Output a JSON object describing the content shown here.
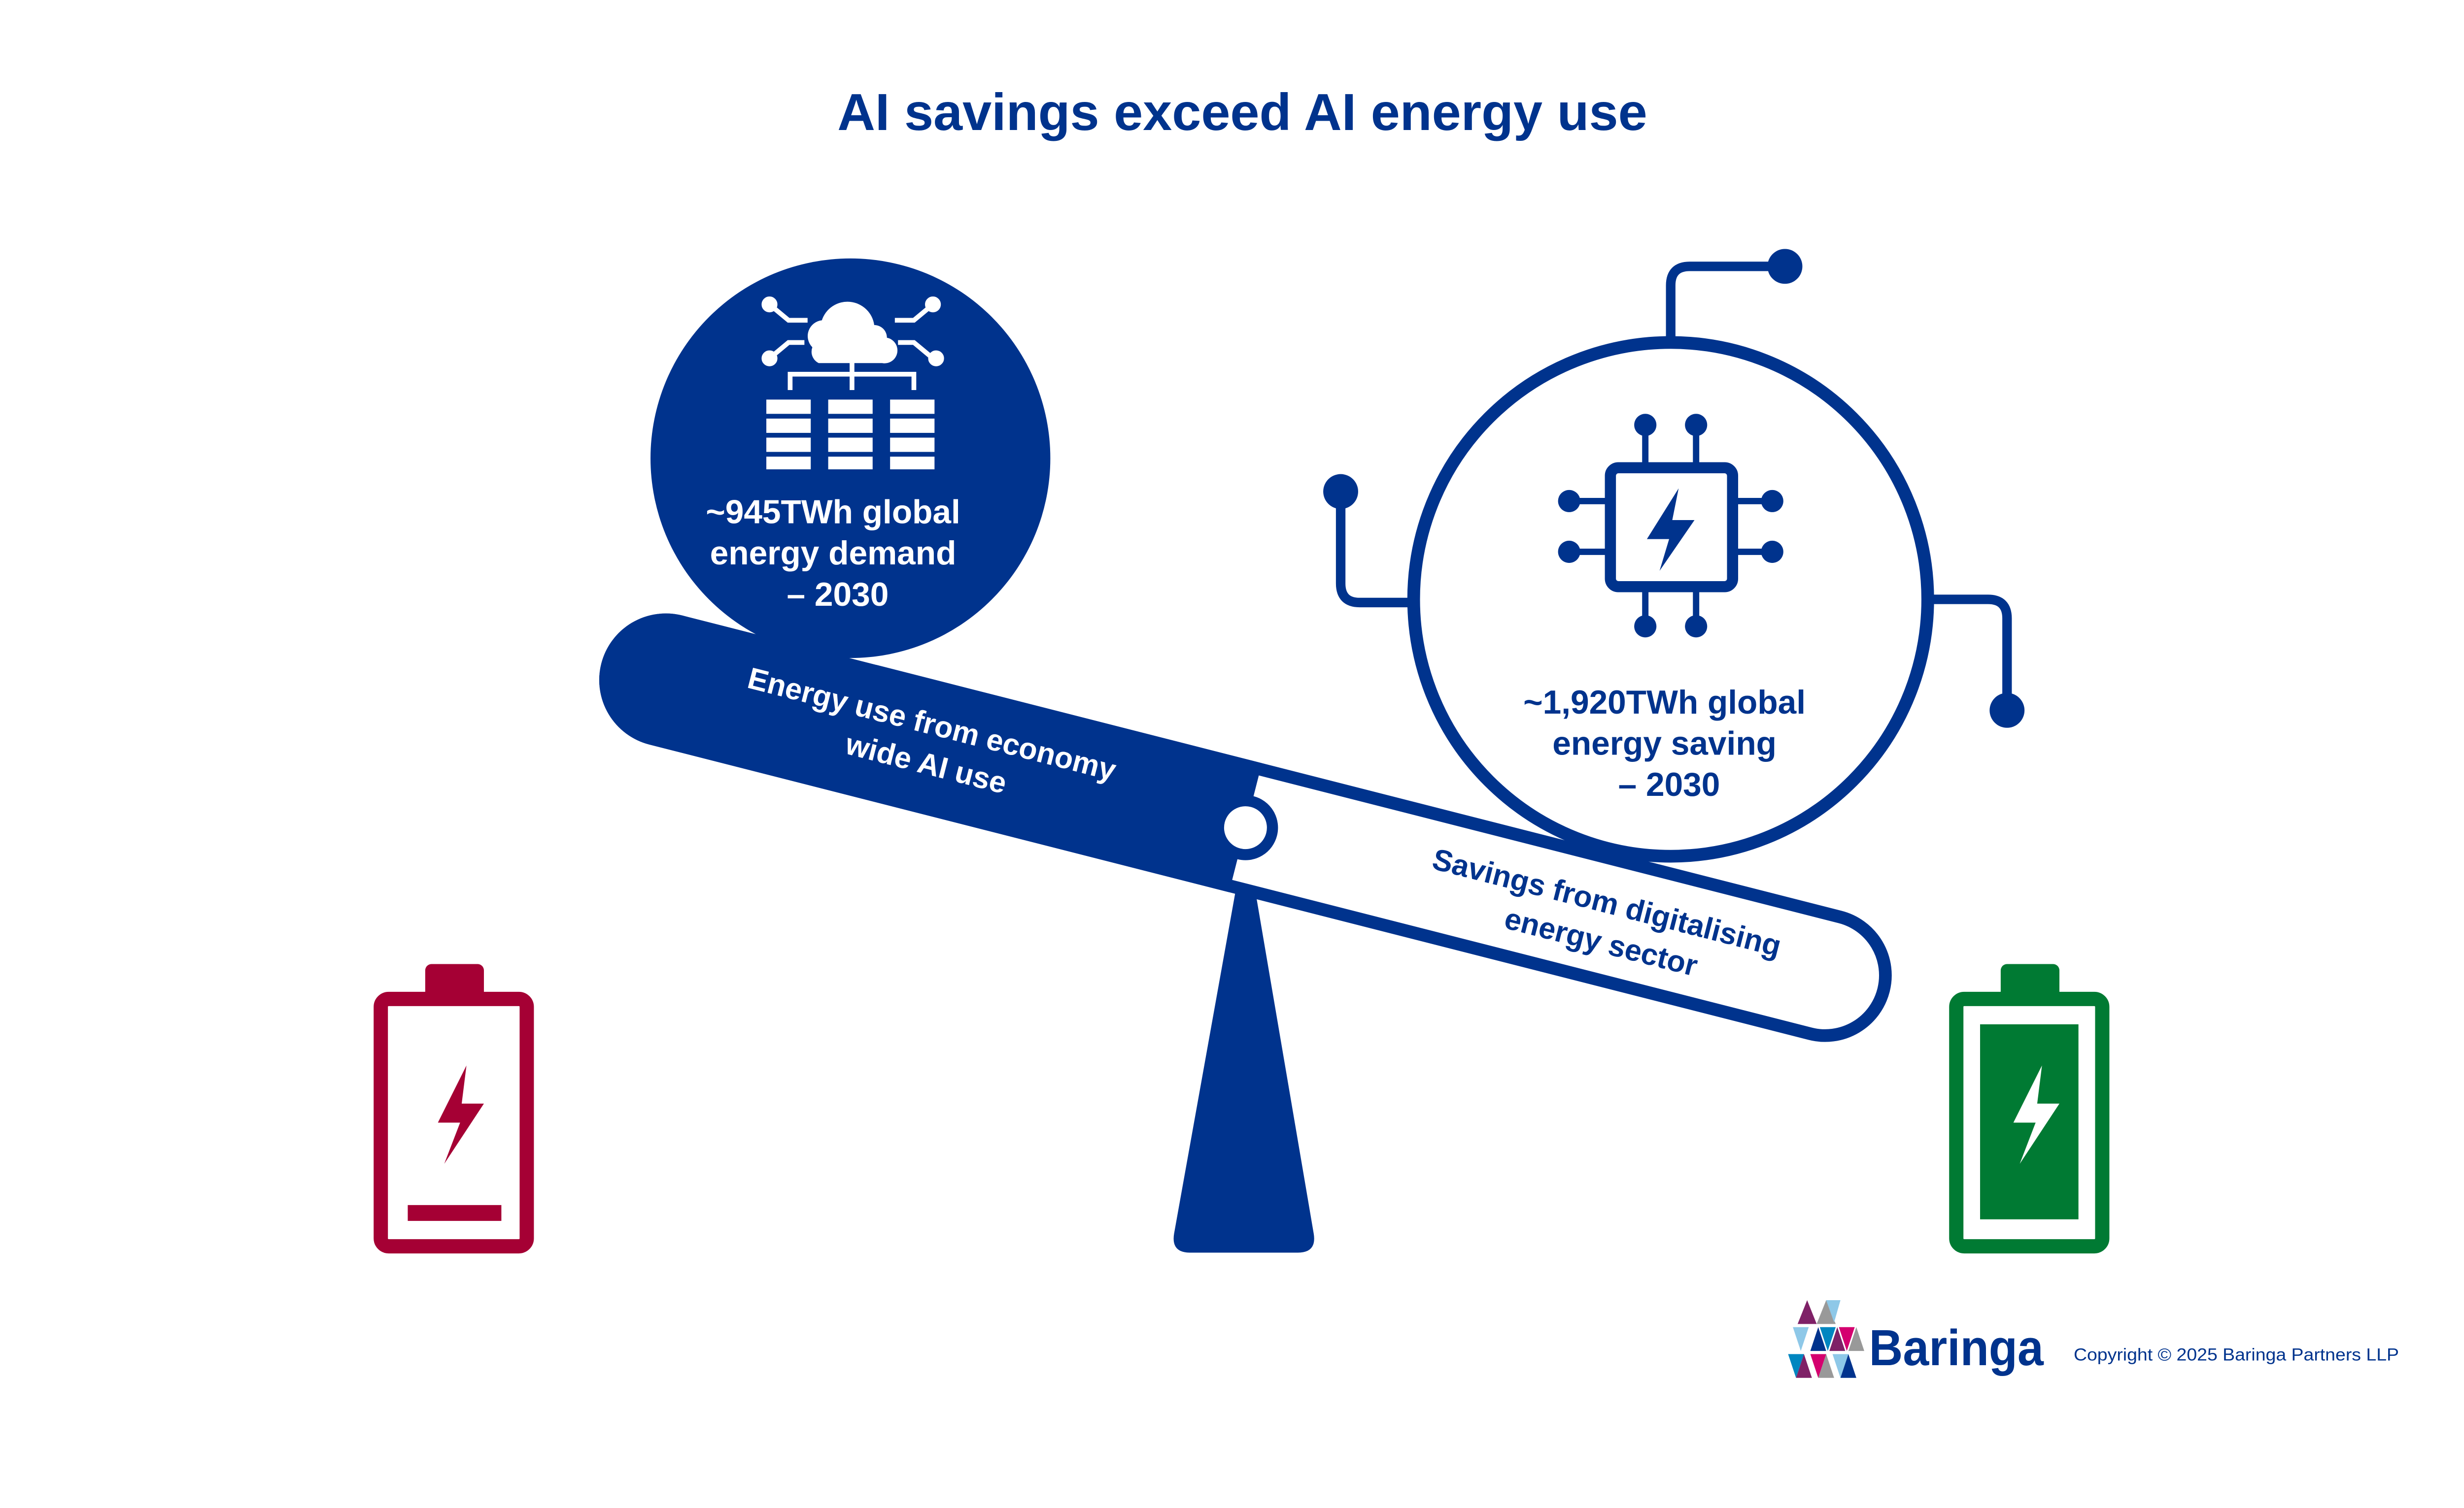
{
  "title": "AI savings exceed AI energy use",
  "left_circle": {
    "lines": [
      "~945TWh global",
      "energy demand",
      "– 2030"
    ],
    "icon": "cloud-data-center-icon"
  },
  "right_circle": {
    "lines": [
      "~1,920TWh global",
      "energy saving",
      "– 2030"
    ],
    "icon": "chip-lightning-icon"
  },
  "beam": {
    "left_lines": [
      "Energy use from economy",
      "wide AI use"
    ],
    "right_lines": [
      "Savings from digitalising",
      "energy sector"
    ]
  },
  "batteries": {
    "left": {
      "icon": "battery-low-icon",
      "level": 0.1
    },
    "right": {
      "icon": "battery-full-icon",
      "level": 1.0
    }
  },
  "footer": {
    "logo_text": "Baringa",
    "copyright": "Copyright © 2025 Baringa Partners LLP"
  },
  "colors": {
    "blue": "#00338D",
    "red": "#A50034",
    "green": "#007A33"
  }
}
